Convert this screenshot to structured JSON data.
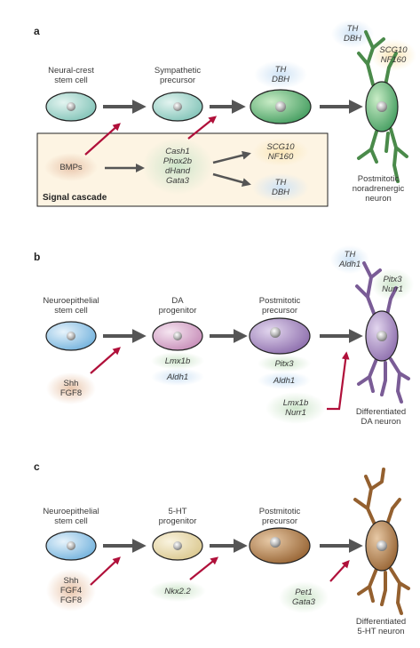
{
  "colors": {
    "stem_teal": "#a8d8cf",
    "sym_green": "#5fb276",
    "stem_blue": "#9dcbe8",
    "da_pink": "#d9a8cc",
    "da_purple": "#a98bc2",
    "ht_cream": "#eadcae",
    "ht_brown": "#b07a48",
    "arrow_grey": "#555555",
    "arrow_red": "#b0103a",
    "box_fill": "#fdf4e3"
  },
  "panel_a": {
    "letter": "a",
    "cell1": "Neural-crest\nstem cell",
    "cell2": "Sympathetic\nprecursor",
    "cell3_markers": "TH\nDBH",
    "neuron_markers_1": "TH\nDBH",
    "neuron_markers_2": "SCG10\nNF160",
    "neuron_label": "Postmitotic\nnoradrenergic\nneuron",
    "box_title": "Signal cascade",
    "bmps": "BMPs",
    "tfs": "Cash1\nPhox2b\ndHand\nGata3",
    "out1": "SCG10\nNF160",
    "out2": "TH\nDBH"
  },
  "panel_b": {
    "letter": "b",
    "cell1": "Neuroepithelial\nstem cell",
    "cell2": "DA\nprogenitor",
    "cell3": "Postmitotic\nprecursor",
    "signals": "Shh\nFGF8",
    "lmx1b": "Lmx1b",
    "aldh1_a": "Aldh1",
    "pitx3": "Pitx3",
    "aldh1_b": "Aldh1",
    "tf_box": "Lmx1b\nNurr1",
    "neuron_markers_1": "TH\nAldh1",
    "neuron_markers_2": "Pitx3\nNurr1",
    "neuron_label": "Differentiated\nDA neuron"
  },
  "panel_c": {
    "letter": "c",
    "cell1": "Neuroepithelial\nstem cell",
    "cell2": "5-HT\nprogenitor",
    "cell3": "Postmitotic\nprecursor",
    "signals": "Shh\nFGF4\nFGF8",
    "nkx": "Nkx2.2",
    "tfs": "Pet1\nGata3",
    "neuron_label": "Differentiated\n5-HT neuron"
  }
}
